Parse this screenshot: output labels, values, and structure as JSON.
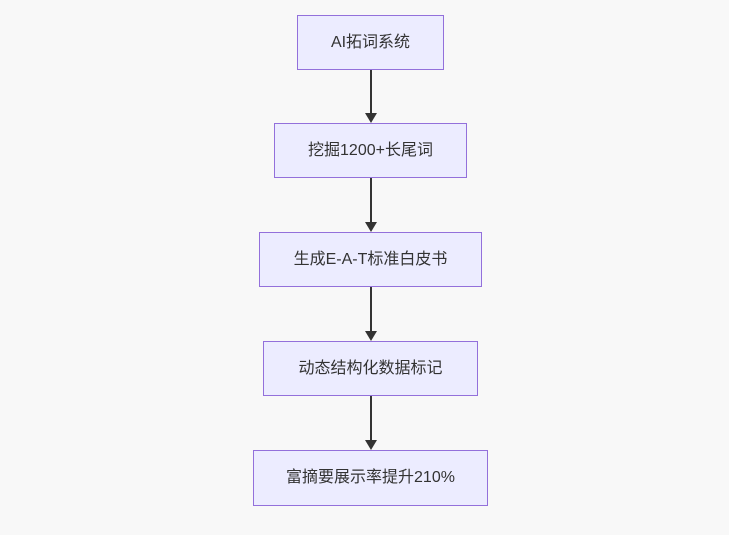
{
  "diagram": {
    "type": "flowchart",
    "direction": "top-down",
    "nodes": [
      {
        "label": "AI拓词系统"
      },
      {
        "label": "挖掘1200+长尾词"
      },
      {
        "label": "生成E-A-T标准白皮书"
      },
      {
        "label": "动态结构化数据标记"
      },
      {
        "label": "富摘要展示率提升210%"
      }
    ],
    "edges": [
      {
        "from": "AI拓词系统",
        "to": "挖掘1200+长尾词"
      },
      {
        "from": "挖掘1200+长尾词",
        "to": "生成E-A-T标准白皮书"
      },
      {
        "from": "生成E-A-T标准白皮书",
        "to": "动态结构化数据标记"
      },
      {
        "from": "动态结构化数据标记",
        "to": "富摘要展示率提升210%"
      }
    ],
    "colors": {
      "background": "#f8f8f8",
      "node_fill": "#ececff",
      "node_border": "#9370db",
      "arrow": "#333333",
      "text": "#333333"
    }
  }
}
